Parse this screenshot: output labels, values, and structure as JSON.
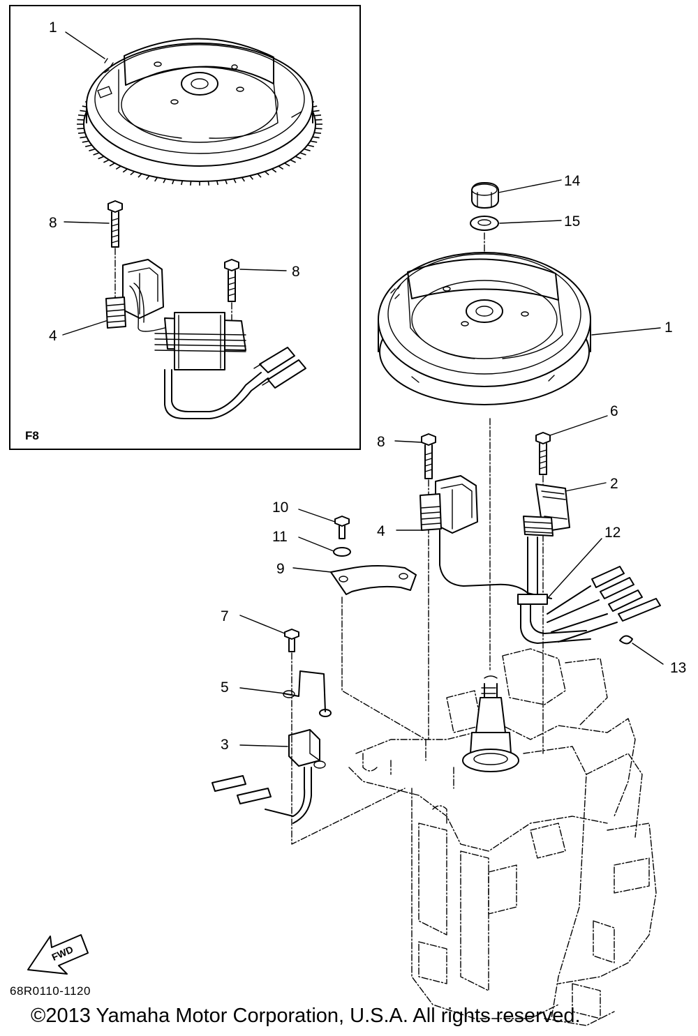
{
  "diagram": {
    "part_number_code": "68R0110-1120",
    "copyright": "©2013 Yamaha Motor Corporation, U.S.A. All rights reserved.",
    "inset_label": "F8",
    "direction_arrow_label": "FWD",
    "callouts": [
      {
        "id": "inset-1",
        "label": "1"
      },
      {
        "id": "inset-8a",
        "label": "8"
      },
      {
        "id": "inset-8b",
        "label": "8"
      },
      {
        "id": "inset-4",
        "label": "4"
      },
      {
        "id": "main-14",
        "label": "14"
      },
      {
        "id": "main-15",
        "label": "15"
      },
      {
        "id": "main-1",
        "label": "1"
      },
      {
        "id": "main-8",
        "label": "8"
      },
      {
        "id": "main-6",
        "label": "6"
      },
      {
        "id": "main-2",
        "label": "2"
      },
      {
        "id": "main-10",
        "label": "10"
      },
      {
        "id": "main-4",
        "label": "4"
      },
      {
        "id": "main-11",
        "label": "11"
      },
      {
        "id": "main-12",
        "label": "12"
      },
      {
        "id": "main-9",
        "label": "9"
      },
      {
        "id": "main-7",
        "label": "7"
      },
      {
        "id": "main-13",
        "label": "13"
      },
      {
        "id": "main-5",
        "label": "5"
      },
      {
        "id": "main-3",
        "label": "3"
      }
    ]
  }
}
